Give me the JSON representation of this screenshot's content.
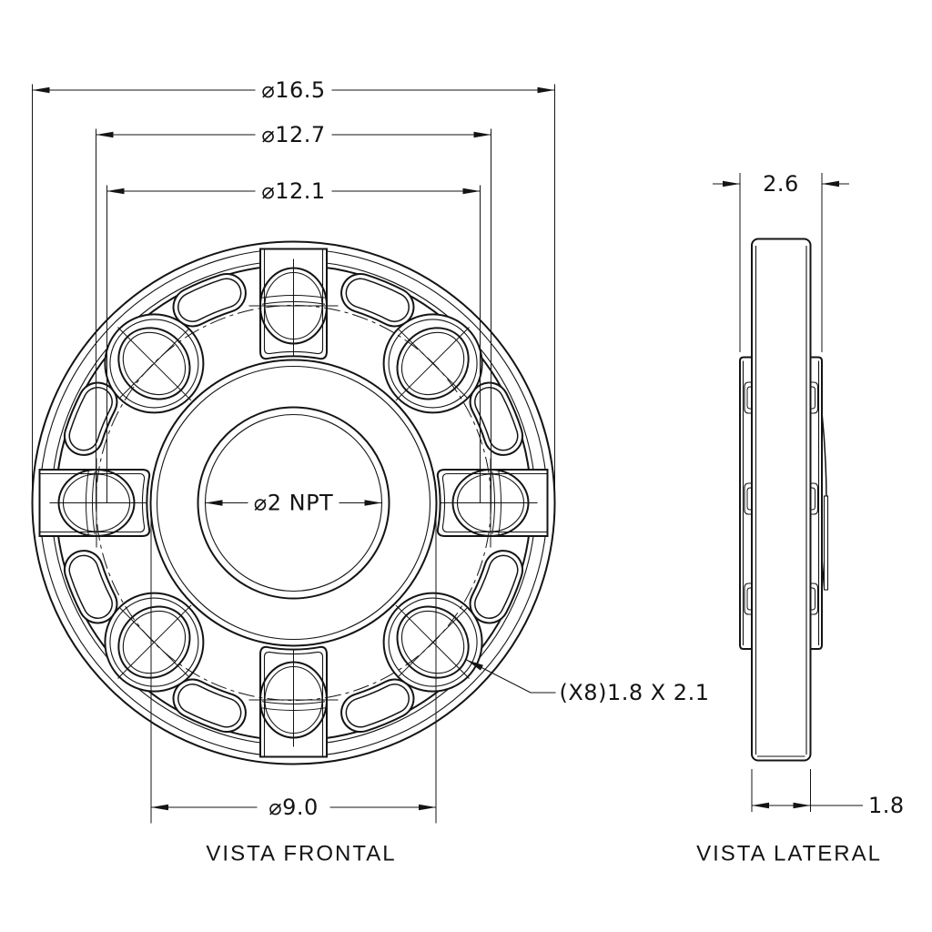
{
  "drawing": {
    "front_view": {
      "label": "VISTA FRONTAL",
      "dim_outer_diameter": "⌀16.5",
      "dim_bolt_circle_outer": "⌀12.7",
      "dim_bolt_circle_inner": "⌀12.1",
      "dim_hub_diameter": "⌀9.0",
      "dim_center_bore": "⌀2 NPT",
      "hole_note": "(X8)1.8 X 2.1"
    },
    "side_view": {
      "label": "VISTA LATERAL",
      "dim_total_thickness": "2.6",
      "dim_disk_thickness": "1.8"
    },
    "colors": {
      "line": "#141414",
      "background": "#ffffff"
    }
  }
}
